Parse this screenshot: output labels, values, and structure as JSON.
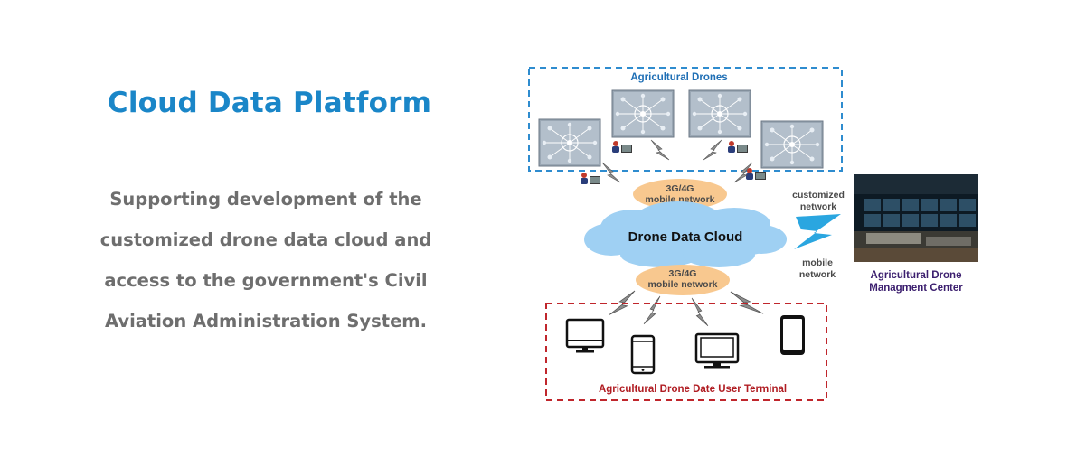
{
  "section": {
    "title": "Cloud Data Platform",
    "description_lines": [
      "Supporting development of the",
      "customized drone data cloud and",
      "access to the government's Civil",
      "Aviation Administration System."
    ]
  },
  "diagram": {
    "drones_group_label": "Agricultural Drones",
    "upper_network": {
      "line1": "3G/4G",
      "line2": "mobile network"
    },
    "cloud_label": "Drone Data Cloud",
    "lower_network": {
      "line1": "3G/4G",
      "line2": "mobile network"
    },
    "terminal_group_label": "Agricultural Drone Date User Terminal",
    "customized_network": {
      "line1": "customized",
      "line2": "network"
    },
    "mobile_network": {
      "line1": "mobile",
      "line2": "network"
    },
    "center_label": {
      "line1": "Agricultural Drone",
      "line2": "Managment Center"
    },
    "colors": {
      "drones_border": "#2e8ccf",
      "drones_label": "#1f6fb5",
      "terminal_border": "#c0262c",
      "terminal_label": "#b01c22",
      "cloud": "#9fd0f3",
      "network_pill": "#f8c88f",
      "lightning": "#2aa6e0",
      "center_label": "#3b1e6e"
    }
  }
}
